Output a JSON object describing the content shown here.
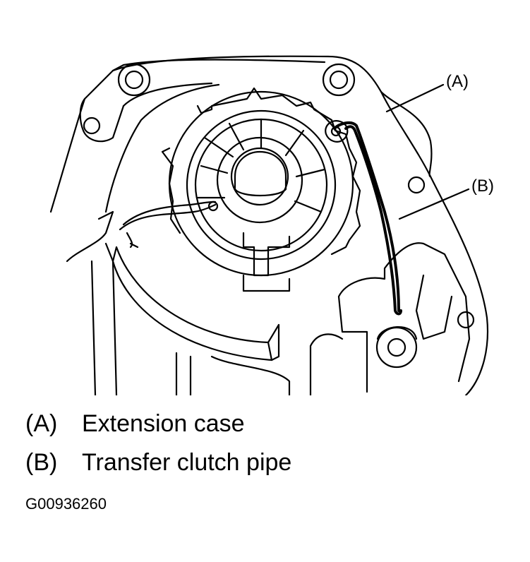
{
  "callouts": {
    "a": "(A)",
    "b": "(B)"
  },
  "legend": [
    {
      "key": "(A)",
      "label": "Extension case"
    },
    {
      "key": "(B)",
      "label": "Transfer clutch pipe"
    }
  ],
  "figure_code": "G00936260",
  "colors": {
    "line": "#000000",
    "background": "#ffffff"
  }
}
